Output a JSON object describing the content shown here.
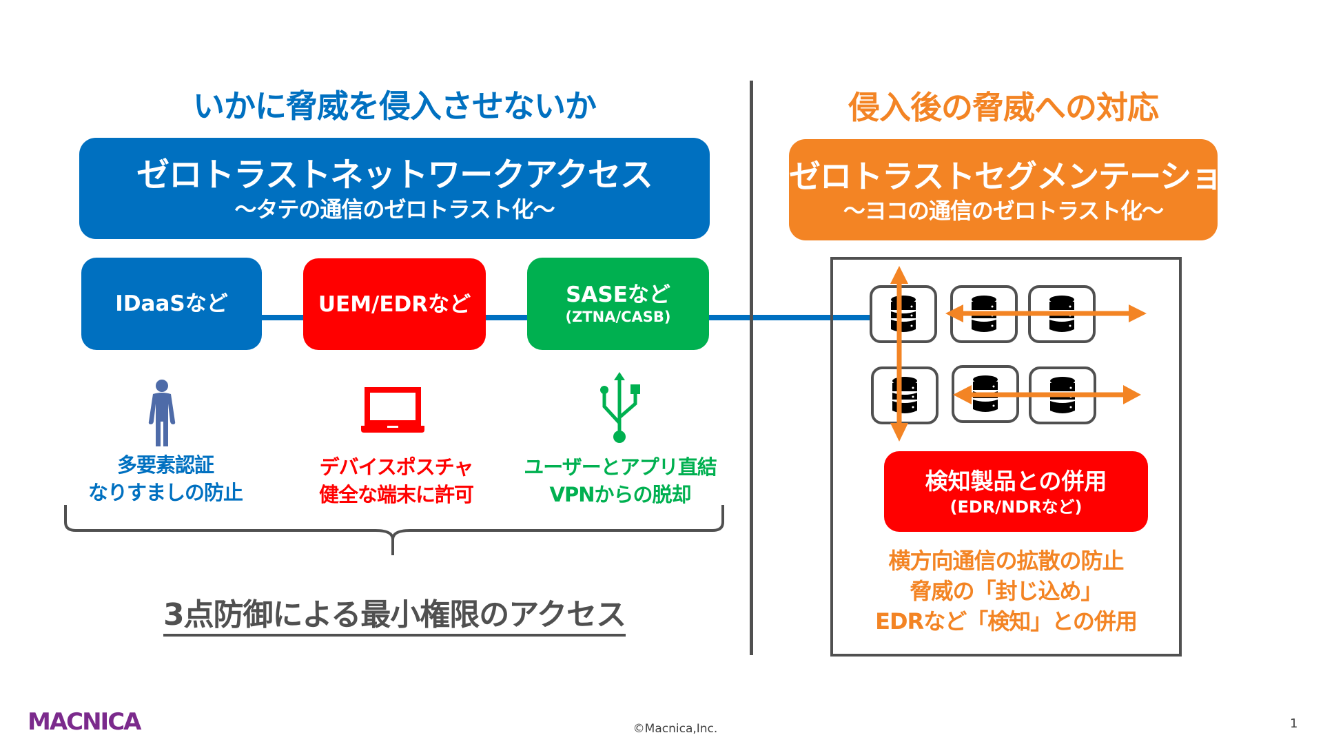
{
  "left": {
    "heading": "いかに脅威を侵入させないか",
    "main_box": {
      "title": "ゼロトラストネットワークアクセス",
      "subtitle": "〜タテの通信のゼロトラスト化〜"
    },
    "categories": [
      {
        "label": "IDaaSなど",
        "sublabel": "",
        "icon": "person-icon",
        "desc": [
          "多要素認証",
          "なりすましの防止"
        ],
        "color": "#0070C0",
        "desc_color": "#0070C0"
      },
      {
        "label": "UEM/EDRなど",
        "sublabel": "",
        "icon": "laptop-icon",
        "desc": [
          "デバイスポスチャ",
          "健全な端末に許可"
        ],
        "color": "#FF0000",
        "desc_color": "#FF0000"
      },
      {
        "label": "SASEなど",
        "sublabel": "(ZTNA/CASB)",
        "icon": "usb-icon",
        "desc": [
          "ユーザーとアプリ直結",
          "VPNからの脱却"
        ],
        "color": "#00B050",
        "desc_color": "#00B050"
      }
    ],
    "summary": "3点防御による最小権限のアクセス"
  },
  "right": {
    "heading": "侵入後の脅威への対応",
    "main_box": {
      "title": "ゼロトラストセグメンテーション",
      "subtitle": "〜ヨコの通信のゼロトラスト化〜"
    },
    "detection_box": {
      "title": "検知製品との併用",
      "subtitle": "(EDR/NDRなど)"
    },
    "points": [
      "横方向通信の拡散の防止",
      "脅威の「封じ込め」",
      "EDRなど「検知」との併用"
    ]
  },
  "colors": {
    "blue": "#0070C0",
    "orange": "#F38424",
    "red": "#FF0000",
    "green": "#00B050",
    "gray": "#505050",
    "logo_purple": "#7B2A8C"
  },
  "footer": {
    "logo": "MACNICA",
    "copyright": "©Macnica,Inc.",
    "page_number": "1"
  }
}
